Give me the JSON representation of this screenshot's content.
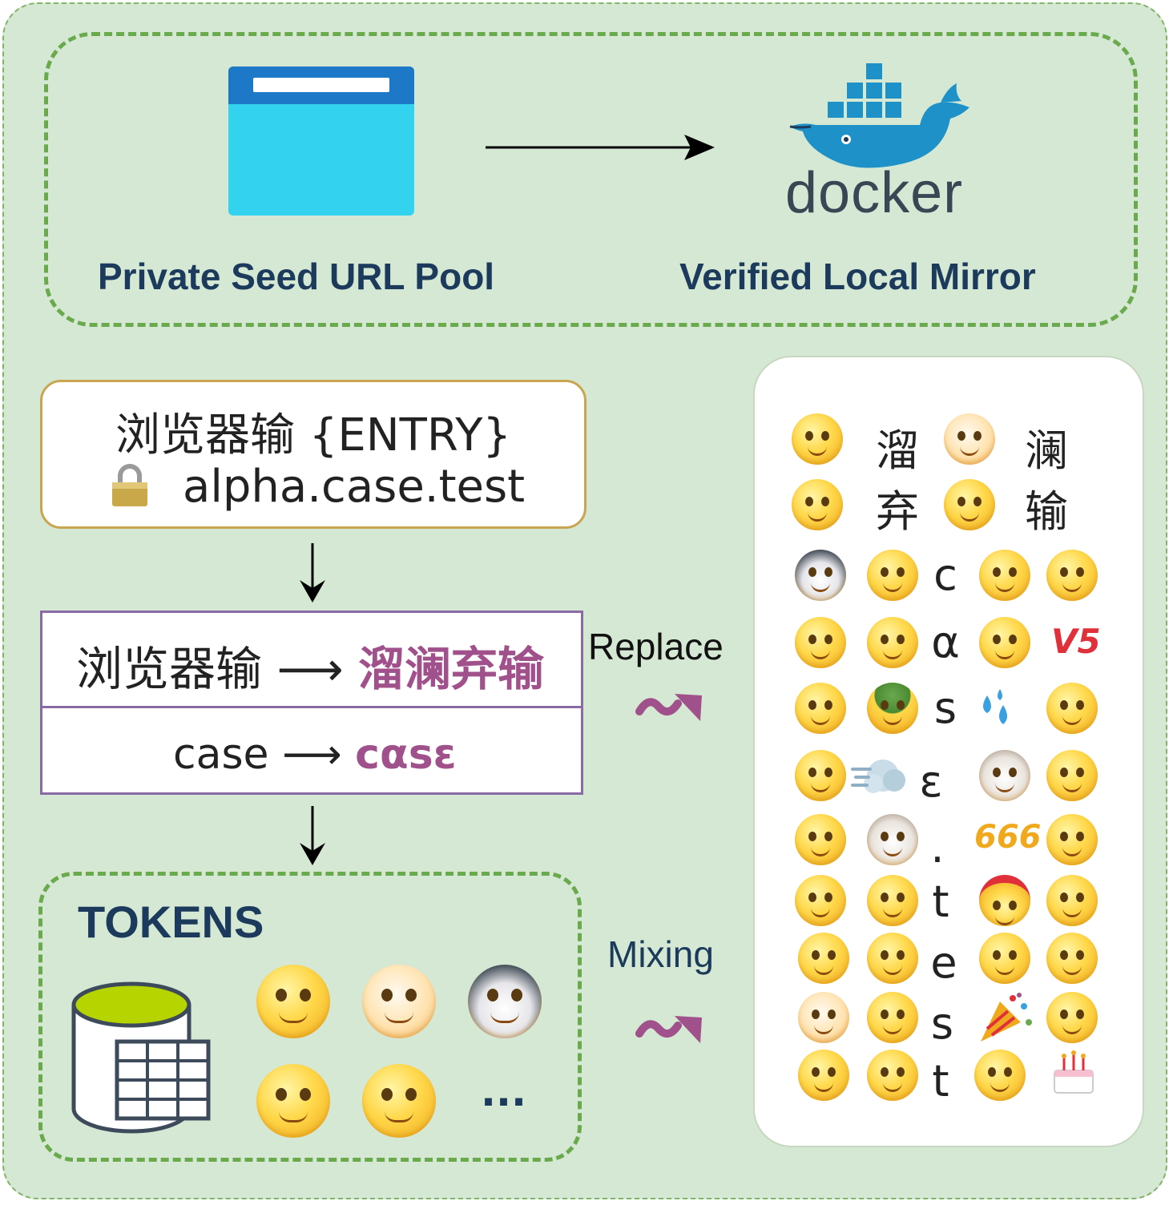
{
  "top": {
    "left_label": "Private Seed URL Pool",
    "right_label": "Verified Local Mirror",
    "docker_word": "docker"
  },
  "entry": {
    "line1": "浏览器输 {ENTRY}",
    "line2": "alpha.case.test"
  },
  "replacements": {
    "row1_from": "浏览器输 ⟶ ",
    "row1_to": "溜澜弃输",
    "row2_from": "case ⟶ ",
    "row2_to": "cαsε"
  },
  "side_labels": {
    "replace": "Replace",
    "mixing": "Mixing"
  },
  "tokens": {
    "title": "TOKENS",
    "ellipsis": "..."
  },
  "panel": {
    "chinese_chars": [
      "溜",
      "澜",
      "弃",
      "输"
    ],
    "letters": [
      "c",
      "α",
      "s",
      "ε",
      ".",
      "t",
      "e",
      "s",
      "t"
    ],
    "v5_text": "V5",
    "num666_text": "666"
  },
  "colors": {
    "outer_fill": "#d5e8d4",
    "dashed_green": "#6aaa4c",
    "title_navy": "#1b3a5c",
    "accent_purple": "#a0508a",
    "entry_border": "#c9a552",
    "table_border": "#8a6aa5"
  }
}
